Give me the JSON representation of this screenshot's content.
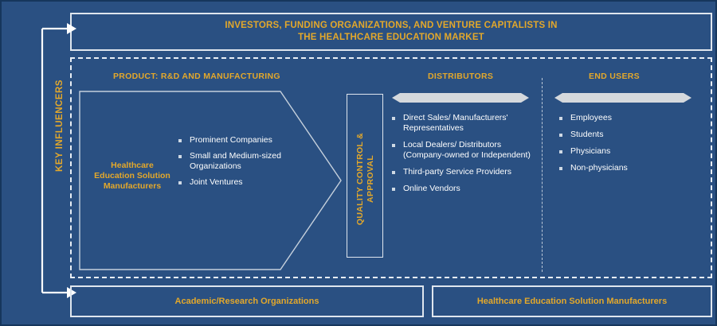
{
  "top_banner": {
    "line1": "INVESTORS, FUNDING ORGANIZATIONS, AND VENTURE CAPITALISTS IN",
    "line2": "THE HEALTHCARE EDUCATION MARKET"
  },
  "side_label": "KEY INFLUENCERS",
  "columns": {
    "product_heading": "PRODUCT: R&D AND MANUFACTURING",
    "distributors_heading": "DISTRIBUTORS",
    "end_users_heading": "END USERS"
  },
  "product": {
    "label_line1": "Healthcare",
    "label_line2": "Education Solution",
    "label_line3": "Manufacturers",
    "bullets": [
      "Prominent Companies",
      "Small and Medium-sized Organizations",
      "Joint Ventures"
    ]
  },
  "quality_control": {
    "line1": "QUALITY CONTROL &",
    "line2": "APPROVAL"
  },
  "distributors": {
    "bullets": [
      "Direct Sales/ Manufacturers' Representatives",
      "Local Dealers/ Distributors (Company-owned or Independent)",
      "Third-party Service Providers",
      "Online Vendors"
    ]
  },
  "end_users": {
    "bullets": [
      "Employees",
      "Students",
      "Physicians",
      "Non-physicians"
    ]
  },
  "bottom": {
    "left_label": "Academic/Research Organizations",
    "right_label": "Healthcare Education Solution Manufacturers"
  },
  "colors": {
    "background": "#2a5082",
    "gold": "#e3a82b",
    "white": "#ffffff",
    "arrow_fill": "#d5d9dd",
    "border_light": "#dfe6ee"
  }
}
